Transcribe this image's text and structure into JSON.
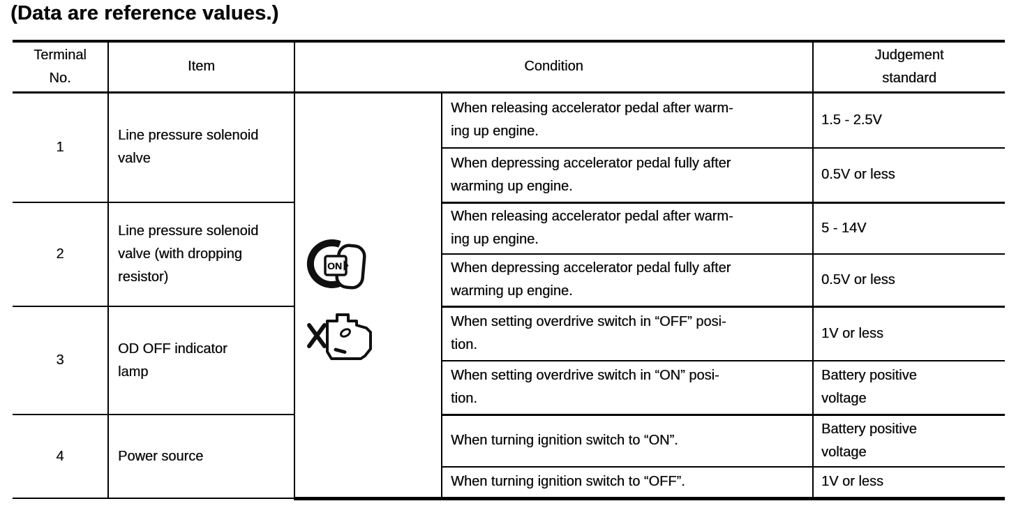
{
  "title": "(Data are reference values.)",
  "table": {
    "headers": {
      "terminal": "Terminal\nNo.",
      "item": "Item",
      "condition": "Condition",
      "judgement": "Judgement\nstandard"
    },
    "condition_icons": [
      {
        "name": "ignition-switch-on-icon",
        "label": "ON"
      },
      {
        "name": "engine-running-icon",
        "label": ""
      }
    ],
    "groups": [
      {
        "terminal": "1",
        "item": "Line pressure solenoid\nvalve",
        "rows": [
          {
            "condition": "When releasing accelerator pedal after warm-\ning up engine.",
            "standard": "1.5 - 2.5V"
          },
          {
            "condition": "When depressing accelerator pedal fully after\nwarming up engine.",
            "standard": "0.5V or less"
          }
        ]
      },
      {
        "terminal": "2",
        "item": "Line pressure solenoid\nvalve (with dropping\nresistor)",
        "rows": [
          {
            "condition": "When releasing accelerator pedal after warm-\ning up engine.",
            "standard": "5 - 14V"
          },
          {
            "condition": "When depressing accelerator pedal fully after\nwarming up engine.",
            "standard": "0.5V or less"
          }
        ]
      },
      {
        "terminal": "3",
        "item": "OD OFF indicator\nlamp",
        "rows": [
          {
            "condition": "When setting overdrive switch in “OFF” posi-\ntion.",
            "standard": "1V or less"
          },
          {
            "condition": "When setting overdrive switch in “ON” posi-\ntion.",
            "standard": "Battery positive\nvoltage"
          }
        ]
      },
      {
        "terminal": "4",
        "item": "Power source",
        "rows": [
          {
            "condition": "When turning ignition switch to “ON”.",
            "standard": "Battery positive\nvoltage"
          },
          {
            "condition": "When turning ignition switch to “OFF”.",
            "standard": "1V or less"
          }
        ]
      }
    ]
  }
}
